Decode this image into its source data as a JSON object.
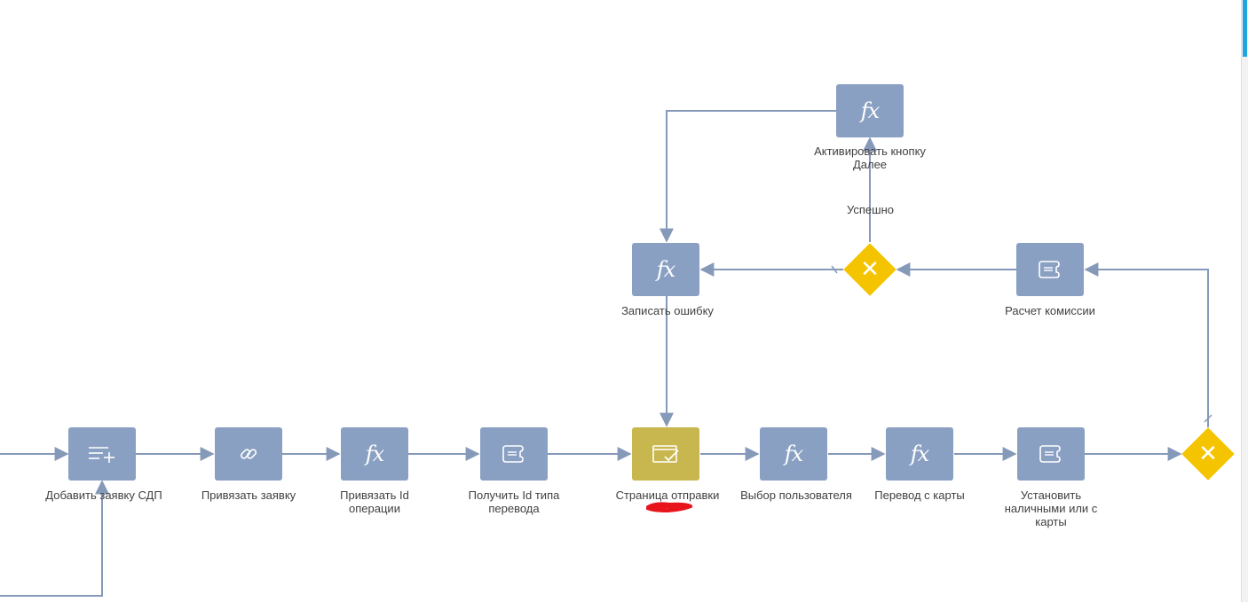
{
  "nodes": {
    "activate_next": {
      "label": "Активировать кнопку Далее",
      "icon": "fx-icon"
    },
    "record_error": {
      "label": "Записать ошибку",
      "icon": "fx-icon"
    },
    "commission": {
      "label": "Расчет комиссии",
      "icon": "script-icon"
    },
    "add_request": {
      "label": "Добавить заявку СДП",
      "icon": "add-record-icon"
    },
    "link_request": {
      "label": "Привязать заявку",
      "icon": "link-icon"
    },
    "link_operation": {
      "label": "Привязать Id операции",
      "icon": "fx-icon"
    },
    "get_type": {
      "label": "Получить Id типа перевода",
      "icon": "script-icon"
    },
    "send_page": {
      "label": "Страница отправки",
      "icon": "page-icon"
    },
    "select_user": {
      "label": "Выбор пользователя",
      "icon": "fx-icon"
    },
    "card_transfer": {
      "label": "Перевод с карты",
      "icon": "fx-icon"
    },
    "set_cash_card": {
      "label": "Установить наличными или с карты",
      "icon": "script-icon"
    }
  },
  "gateways": {
    "top_gateway": {
      "icon": "x-icon"
    },
    "right_gateway": {
      "icon": "x-icon"
    }
  },
  "flow_labels": {
    "success": "Успешно"
  },
  "colors": {
    "task": "#8aa0c3",
    "user_task": "#c8b64e",
    "gateway": "#f5c400",
    "flow": "#8599b9"
  }
}
